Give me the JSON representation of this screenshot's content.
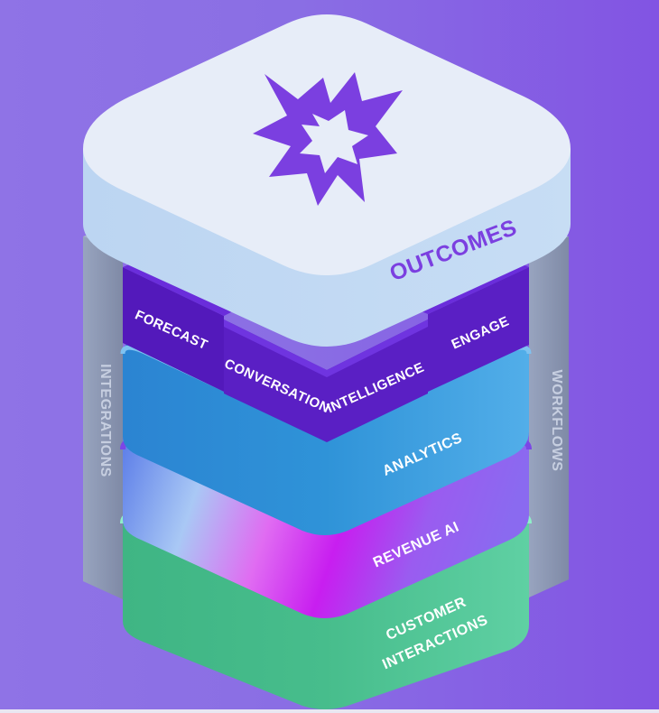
{
  "colors": {
    "background_left": "#8f73e6",
    "background_right": "#8254e3",
    "top_block": "#e6ecf8",
    "top_block_side": "#c2d9f2",
    "logo": "#7b3fe0",
    "feature_block": "#5a1fc4",
    "analytics": "#3aa0e0",
    "revenue_ai": "#c31ff0",
    "customer_interactions": "#4cc495",
    "pillar": "#8e9ab5"
  },
  "logo": {
    "icon": "starburst-logo-icon"
  },
  "labels": {
    "outcomes": "OUTCOMES",
    "forecast": "FORECAST",
    "conversation": "CONVERSATION",
    "intelligence": "INTELLIGENCE",
    "engage": "ENGAGE",
    "analytics": "ANALYTICS",
    "revenue_ai": "REVENUE AI",
    "customer_line1": "CUSTOMER",
    "customer_line2": "INTERACTIONS",
    "integrations": "INTEGRATIONS",
    "workflows": "WORKFLOWS"
  }
}
